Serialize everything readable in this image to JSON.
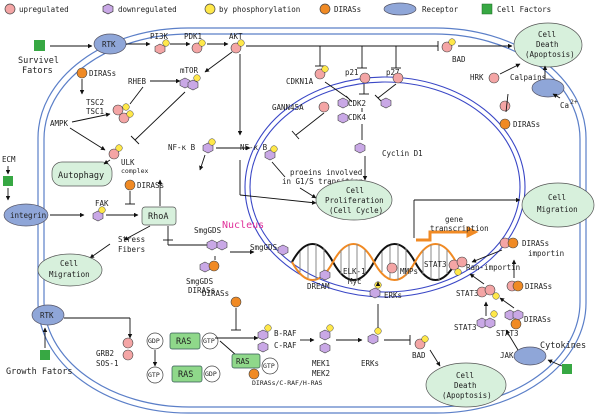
{
  "legend": {
    "upregulated": "upregulated",
    "downregulated": "downregulated",
    "phosphorylation": "by phosphorylation",
    "dirass": "DIRASs",
    "receptor": "Receptor",
    "cell_factors": "Cell Factors"
  },
  "colors": {
    "upregulated": "#f4a5a5",
    "downregulated": "#c9a8e6",
    "phosphorylation": "#ffe84a",
    "dirass": "#f08a24",
    "receptor": "#8fa6d8",
    "cell_factors": "#37a843",
    "green_box": "#d7f0dc",
    "ras": "#8fd88a",
    "membrane": "#5b7fc8",
    "nucleus": "#3a47c6",
    "nucleus_label": "#e0309a",
    "transcription_arrow": "#f08a24"
  },
  "labels": {
    "survivel_fators": "Survivel",
    "survivel_fators2": "Fators",
    "rtk_top": "RTK",
    "pi3k": "PI3K",
    "pdk1": "PDK1",
    "akt": "AKT",
    "bad_top": "BAD",
    "cell_death_top1": "Cell",
    "cell_death_top2": "Death",
    "cell_death_top3": "(Apoptosis)",
    "dirass_1": "DIRASs",
    "rheb": "RHEB",
    "mtor": "mTOR",
    "tsc2": "TSC2",
    "tsc1": "TSC1",
    "ampk": "AMPK",
    "cdkn1a": "CDKN1A",
    "p21": "p21",
    "p27": "p27",
    "cdk2": "CDK2",
    "cdk4": "CDK4",
    "gann45a": "GANN45A",
    "cyclin_d1": "Cyclin D1",
    "hrk": "HRK",
    "calpains": "Calpains",
    "ca": "Ca",
    "ca_sup": "2+",
    "dirass_calpain": "DIRASs",
    "autophagy": "Autophagy",
    "ulk": "ULK",
    "ulk_complex": "complex",
    "nfkb_1": "NF-κ B",
    "nfkb_2": "NF-κ B",
    "g1s_1": "proeins involved",
    "g1s_2": "in G1/S transition",
    "prolif_1": "Cell",
    "prolif_2": "Proliferation",
    "prolif_3": "(Cell Cycle)",
    "migration_r1": "Cell",
    "migration_r2": "Migration",
    "ecm": "ECM",
    "integrin": "integrin",
    "fak": "FAK",
    "dirass_rhoa": "DIRASs",
    "rhoa": "RhoA",
    "stress_1": "Stress",
    "stress_2": "Fibers",
    "migration_l1": "Cell",
    "migration_l2": "Migration",
    "nucleus": "Nucleus",
    "smggds_1": "SmgGDS",
    "smggds_2": "SmgGDS",
    "smggds_dirass_1": "SmgGDS",
    "smggds_dirass_2": "DIRASs",
    "dream": "DREAM",
    "elk1": "ELK-1",
    "myc": "Myc",
    "mmps": "MMPs",
    "stat3_n": "STAT3",
    "gene_t1": "gene",
    "gene_t2": "transcription",
    "dirass_importin1": "DIRASs",
    "dirass_importin2": "importin",
    "ran_importin": "Ran-importin",
    "dirass_r2": "DIRASs",
    "stat3_a": "STAT3",
    "stat3_b": "STAT3",
    "stat3_c": "STAT3",
    "dirass_r3": "DIRASs",
    "erks_n": "ERKs",
    "dirass_ras": "DIRASs",
    "rtk_bottom": "RTK",
    "grb2": "GRB2",
    "sos1": "SOS-1",
    "gdp_1": "GDP",
    "gtp_1": "GTP",
    "ras_1": "RAS",
    "gtp_2": "GTP",
    "ras_2": "RAS",
    "gdp_2": "GDP",
    "ras_3": "RAS",
    "gtp_3": "GTP",
    "braf": "B-RAF",
    "craf": "C-RAF",
    "mek1": "MEK1",
    "mek2": "MEK2",
    "erks_b": "ERKs",
    "bad_bottom": "BAD",
    "dirass_craf": "DIRASs/C-RAF/H-RAS",
    "growth_1": "Growth Fators",
    "cytokines": "Cytokines",
    "jak": "JAK",
    "cell_death_b1": "Cell",
    "cell_death_b2": "Death",
    "cell_death_b3": "(Apoptosis)"
  }
}
